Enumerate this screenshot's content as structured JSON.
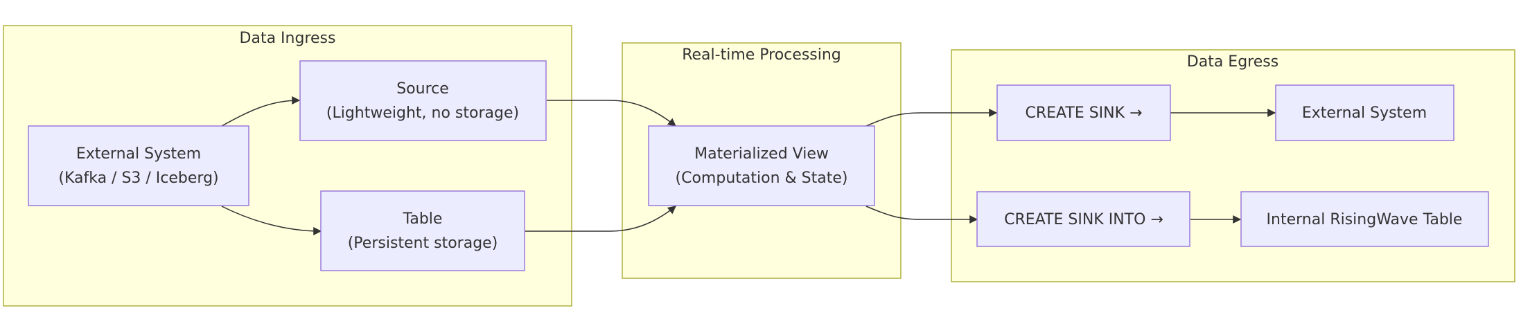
{
  "clusters": {
    "ingress": {
      "label": "Data Ingress"
    },
    "processing": {
      "label": "Real-time Processing"
    },
    "egress": {
      "label": "Data Egress"
    }
  },
  "nodes": {
    "external_source": {
      "line1": "External System",
      "line2": "(Kafka / S3 / Iceberg)"
    },
    "source": {
      "line1": "Source",
      "line2": "(Lightweight, no storage)"
    },
    "table": {
      "line1": "Table",
      "line2": "(Persistent storage)"
    },
    "mview": {
      "line1": "Materialized View",
      "line2": "(Computation & State)"
    },
    "create_sink": {
      "label": "CREATE SINK →"
    },
    "external_sink": {
      "label": "External System"
    },
    "create_sink_into": {
      "label": "CREATE SINK INTO →"
    },
    "internal_table": {
      "label": "Internal RisingWave Table"
    }
  },
  "edges": [
    {
      "from": "external_source",
      "to": "source"
    },
    {
      "from": "external_source",
      "to": "table"
    },
    {
      "from": "source",
      "to": "mview"
    },
    {
      "from": "table",
      "to": "mview"
    },
    {
      "from": "mview",
      "to": "create_sink"
    },
    {
      "from": "mview",
      "to": "create_sink_into"
    },
    {
      "from": "create_sink",
      "to": "external_sink"
    },
    {
      "from": "create_sink_into",
      "to": "internal_table"
    }
  ],
  "colors": {
    "cluster_fill": "#ffffde",
    "cluster_stroke": "#aaaa33",
    "node_fill": "#ececff",
    "node_stroke": "#9370db",
    "edge": "#333333"
  }
}
